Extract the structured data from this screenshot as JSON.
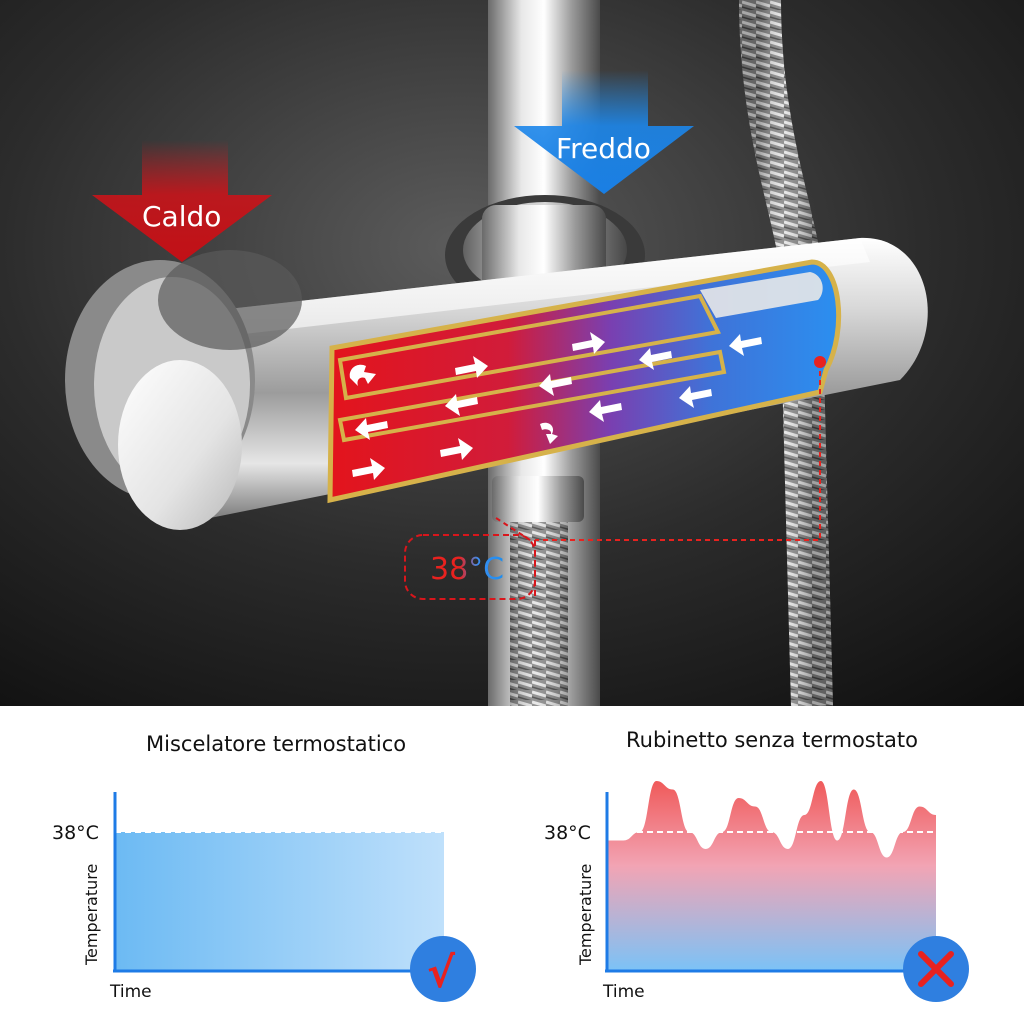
{
  "labels": {
    "hot": "Caldo",
    "cold": "Freddo",
    "set_temperature": "38°C"
  },
  "charts": {
    "left": {
      "title": "Miscelatore termostatico",
      "ylabel": "Temperature",
      "xlabel": "Time",
      "tick": "38°C",
      "verdict_icon": "check-icon",
      "verdict_symbol": "√"
    },
    "right": {
      "title": "Rubinetto senza termostato",
      "ylabel": "Temperature",
      "xlabel": "Time",
      "tick": "38°C",
      "verdict_icon": "cross-icon"
    }
  },
  "colors": {
    "hot": "#d8161c",
    "cold": "#1c8ef0",
    "axis": "#1e7be6",
    "verdict_badge": "#2f7fe0",
    "cross": "#e8221f"
  },
  "chart_data": [
    {
      "type": "area",
      "title": "Miscelatore termostatico",
      "xlabel": "Time",
      "ylabel": "Temperature",
      "reference_line": 38,
      "x": [
        0,
        1,
        2,
        3,
        4,
        5,
        6,
        7,
        8,
        9,
        10
      ],
      "values": [
        38,
        38,
        38,
        38,
        38,
        38,
        38,
        38,
        38,
        38,
        38
      ]
    },
    {
      "type": "area",
      "title": "Rubinetto senza termostato",
      "xlabel": "Time",
      "ylabel": "Temperature",
      "reference_line": 38,
      "x": [
        0,
        1,
        2,
        3,
        4,
        5,
        6,
        7,
        8,
        9,
        10,
        11,
        12,
        13,
        14,
        15,
        16,
        17,
        18,
        19,
        20
      ],
      "values": [
        37,
        37,
        38,
        44,
        43,
        38,
        36,
        38,
        42,
        41,
        38,
        36,
        40,
        44,
        37,
        43,
        38,
        35,
        38,
        41,
        40
      ]
    }
  ]
}
